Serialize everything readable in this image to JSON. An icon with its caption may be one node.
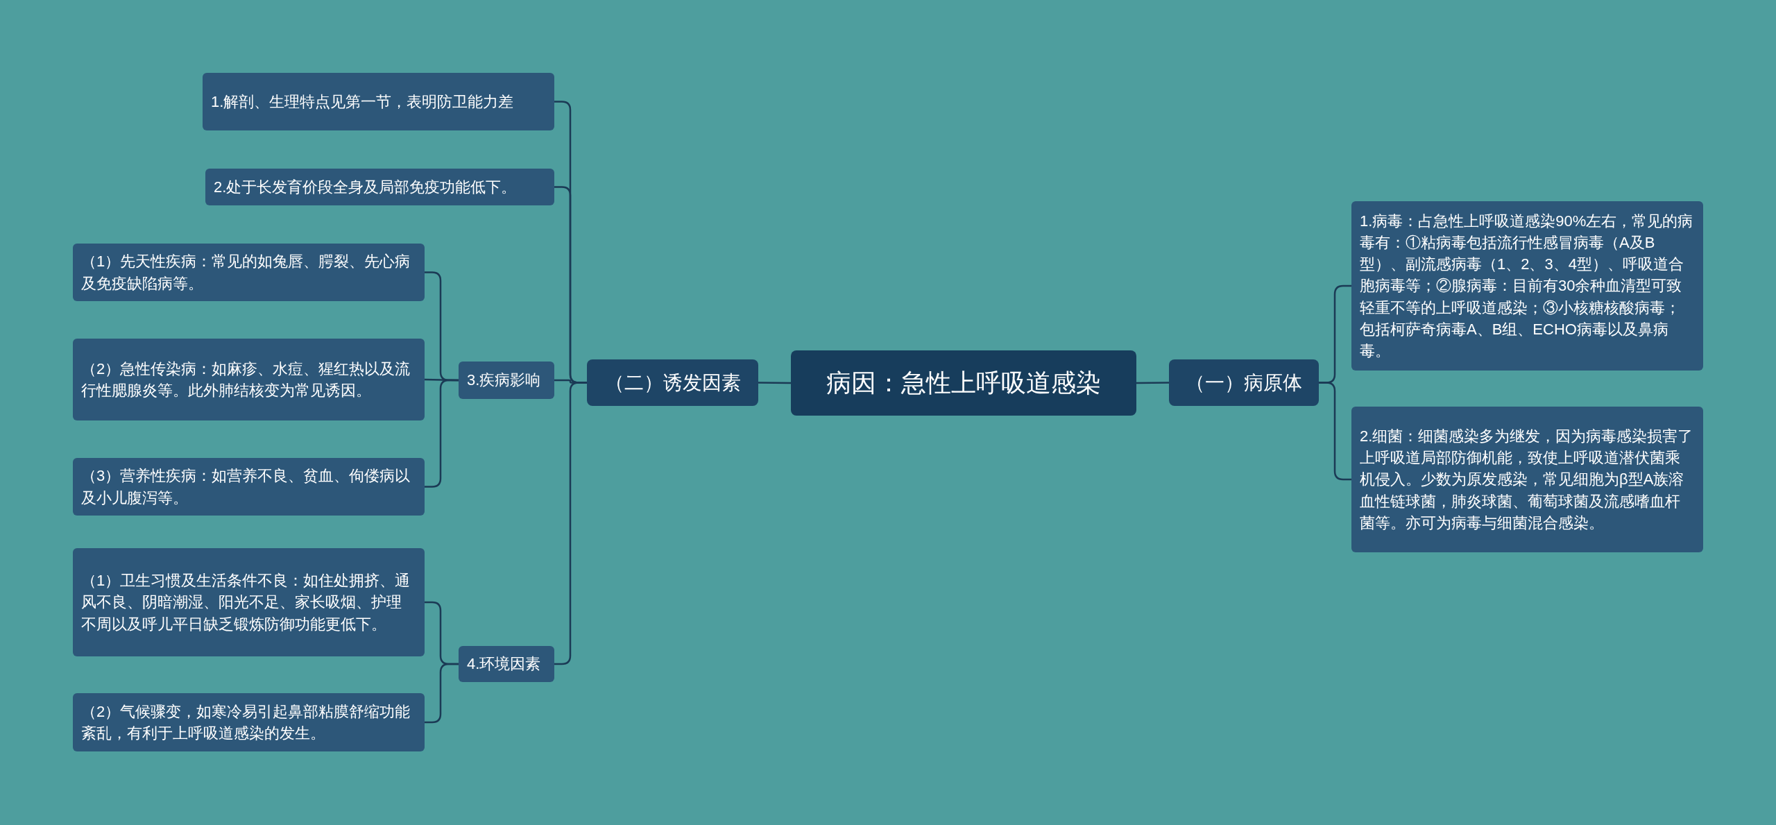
{
  "diagram": {
    "nodes": [
      {
        "text": [
          "病因：急性上呼吸道感染"
        ]
      },
      {
        "text": [
          "（一）病原体"
        ]
      },
      {
        "text": [
          "1.病毒：占急性上呼吸道感染90%左右，常见的病毒有：①粘病毒包括流行性感冒病毒（A及B型）、副流感病毒（1、2、3、4型）、呼吸道合胞病毒等；②腺病毒：目前有30余种血清型可致轻重不等的上呼吸道感染；③小核糖核酸病毒；包括柯萨奇病毒A、B组、ECHO病毒以及鼻病毒。"
        ]
      },
      {
        "text": [
          "2.细菌：细菌感染多为继发，因为病毒感染损害了上呼吸道局部防御机能，致使上呼吸道潜伏菌乘机侵入。少数为原发感染，常见细胞为β型A族溶血性链球菌，肺炎球菌、葡萄球菌及流感嗜血杆菌等。亦可为病毒与细菌混合感染。"
        ]
      },
      {
        "text": [
          "（二）诱发因素"
        ]
      },
      {
        "text": [
          "1.解剖、生理特点见第一节，表明防卫能力差"
        ]
      },
      {
        "text": [
          "2.处于长发育价段全身及局部免疫功能低下。"
        ]
      },
      {
        "text": [
          "3.疾病影响"
        ]
      },
      {
        "text": [
          "（1）先天性疾病：常见的如兔唇、腭裂、先心病及免疫缺陷病等。"
        ]
      },
      {
        "text": [
          "（2）急性传染病：如麻疹、水痘、猩红热以及流行性腮腺炎等。此外肺结核变为常见诱因。"
        ]
      },
      {
        "text": [
          "（3）营养性疾病：如营养不良、贫血、佝偻病以及小儿腹泻等。"
        ]
      },
      {
        "text": [
          "4.环境因素"
        ]
      },
      {
        "text": [
          "（1）卫生习惯及生活条件不良：如住处拥挤、通风不良、阴暗潮湿、阳光不足、家长吸烟、护理不周以及呼儿平日缺乏锻炼防御功能更低下。"
        ]
      },
      {
        "text": [
          "（2）气候骤变，如寒冷易引起鼻部粘膜舒缩功能紊乱，有利于上呼吸道感染的发生。"
        ]
      }
    ],
    "edges": [
      {
        "from": 0,
        "to": 1,
        "arrow": "none"
      },
      {
        "from": 1,
        "to": 2,
        "arrow": "none"
      },
      {
        "from": 1,
        "to": 3,
        "arrow": "none"
      },
      {
        "from": 0,
        "to": 4,
        "arrow": "none"
      },
      {
        "from": 4,
        "to": 5,
        "arrow": "none"
      },
      {
        "from": 4,
        "to": 6,
        "arrow": "none"
      },
      {
        "from": 4,
        "to": 7,
        "arrow": "none"
      },
      {
        "from": 7,
        "to": 8,
        "arrow": "none"
      },
      {
        "from": 7,
        "to": 9,
        "arrow": "none"
      },
      {
        "from": 7,
        "to": 10,
        "arrow": "none"
      },
      {
        "from": 4,
        "to": 11,
        "arrow": "none"
      },
      {
        "from": 11,
        "to": 12,
        "arrow": "none"
      },
      {
        "from": 11,
        "to": 13,
        "arrow": "none"
      }
    ]
  }
}
